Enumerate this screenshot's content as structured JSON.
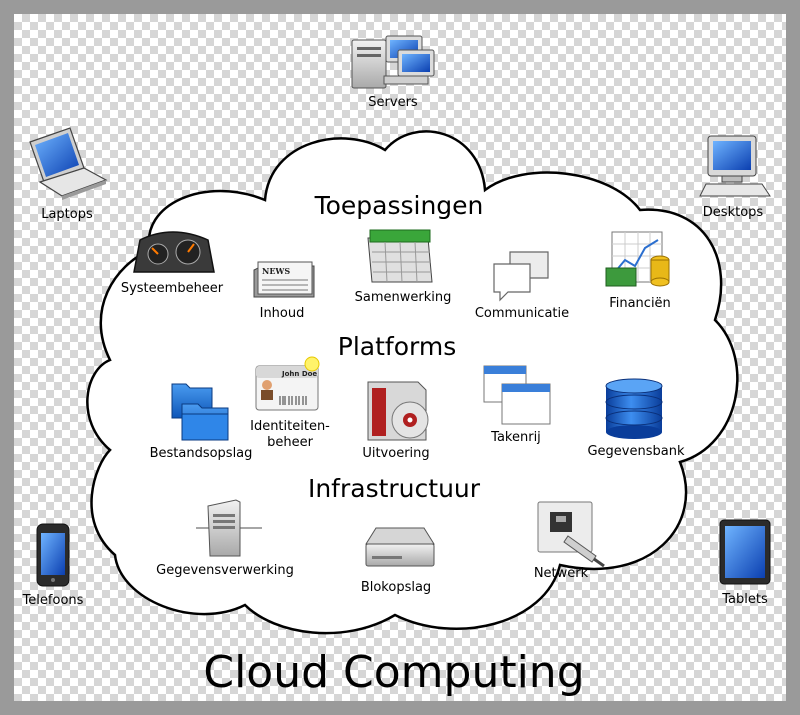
{
  "title": "Cloud Computing",
  "sections": {
    "applications": "Toepassingen",
    "platforms": "Platforms",
    "infrastructure": "Infrastructuur"
  },
  "devices": {
    "servers": "Servers",
    "laptops": "Laptops",
    "desktops": "Desktops",
    "phones": "Telefoons",
    "tablets": "Tablets"
  },
  "applications": {
    "monitoring": "Systeembeheer",
    "content": "Inhoud",
    "collaboration": "Samenwerking",
    "communication": "Communicatie",
    "finance": "Financiën"
  },
  "platforms": {
    "object_storage": "Bestandsopslag",
    "identity_line1": "Identiteiten-",
    "identity_line2": "beheer",
    "runtime": "Uitvoering",
    "queue": "Takenrij",
    "database": "Gegevensbank",
    "id_card_name": "John Doe"
  },
  "infrastructure": {
    "compute": "Gegevensverwerking",
    "block_storage": "Blokopslag",
    "network": "Netwerk"
  },
  "icons": {
    "servers": "server-icon",
    "laptops": "laptop-icon",
    "desktops": "desktop-icon",
    "phones": "phone-icon",
    "tablets": "tablet-icon",
    "monitoring": "dashboard-gauge-icon",
    "content": "newspaper-icon",
    "collaboration": "calendar-icon",
    "communication": "chat-bubbles-icon",
    "finance": "chart-money-icon",
    "object_storage": "folders-icon",
    "identity": "id-card-icon",
    "runtime": "disc-install-icon",
    "queue": "windows-stack-icon",
    "database": "database-icon",
    "compute": "server-tower-icon",
    "block_storage": "hard-drive-icon",
    "network": "network-port-icon"
  }
}
